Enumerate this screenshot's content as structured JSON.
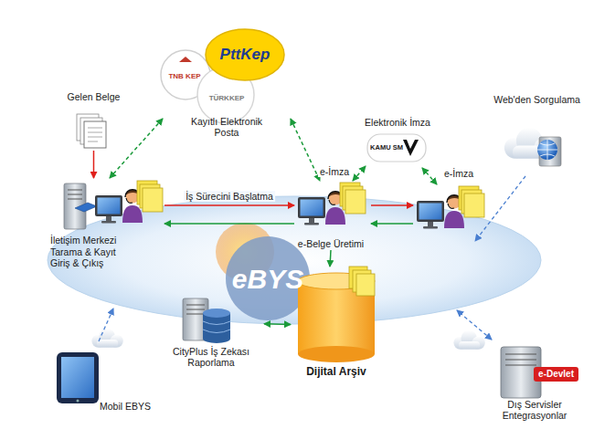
{
  "diagram": {
    "nodes": [
      {
        "text": [
          "Gelen Belge"
        ]
      },
      {
        "text": [
          "Kayıtlı Elektronik Posta"
        ]
      },
      {
        "text": [
          "Elektronik İmza"
        ]
      },
      {
        "text": [
          "Web'den Sorgulama"
        ]
      },
      {
        "text": [
          "İletişim Merkezi Tarama & Kayıt Giriş & Çıkış"
        ]
      },
      {
        "text": [
          "e-Belge Üretimi"
        ]
      },
      {
        "text": [
          "CityPlus İş Zekası Raporlama"
        ]
      },
      {
        "text": [
          "Dijital Arşiv"
        ]
      },
      {
        "text": [
          "Mobil EBYS"
        ]
      },
      {
        "text": [
          "e-Devlet",
          "Dış Servisler Entegrasyonlar"
        ]
      }
    ],
    "edges": [
      {
        "from": 0,
        "to": 4,
        "arrow": "to"
      },
      {
        "from": 1,
        "to": 4,
        "arrow": "both"
      },
      {
        "from": 1,
        "to": 5,
        "arrow": "both"
      },
      {
        "from": 4,
        "to": 5,
        "label": "İş Sürecini Başlatma",
        "arrow": "to"
      },
      {
        "from": 5,
        "to": 4,
        "arrow": "to"
      },
      {
        "from": 5,
        "to": 2,
        "label": "e-İmza",
        "arrow": "both"
      },
      {
        "from": 5,
        "to": 7,
        "arrow": "to"
      },
      {
        "from": 6,
        "to": 7,
        "arrow": "both"
      }
    ],
    "labels": [
      "PttKep",
      "TNB KEP",
      "TÜRKKEP",
      "KAMU SM",
      "e-İmza",
      "eBYS"
    ]
  }
}
